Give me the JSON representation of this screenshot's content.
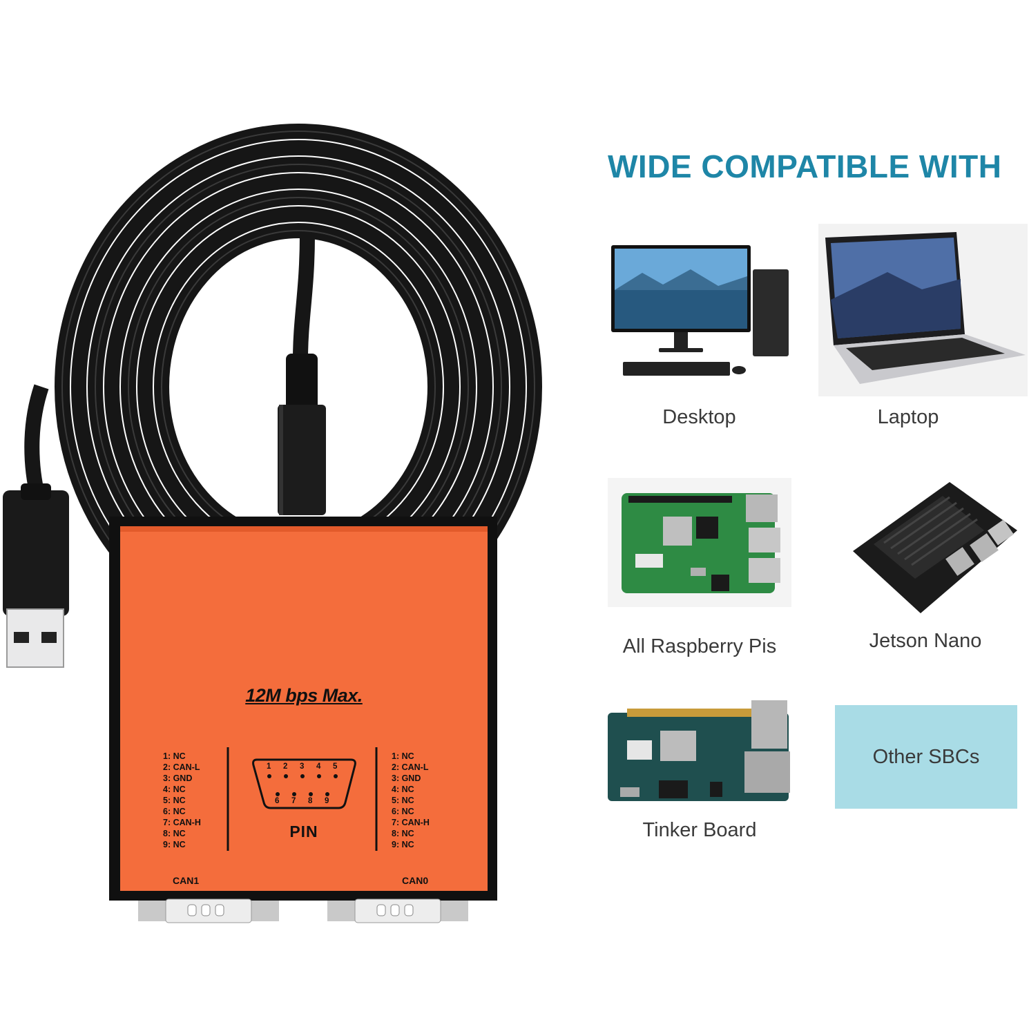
{
  "product": {
    "speed_label": "12M bps Max.",
    "pin_label": "PIN",
    "pin_numbers_top": [
      "1",
      "2",
      "3",
      "4",
      "5"
    ],
    "pin_numbers_bottom": [
      "6",
      "7",
      "8",
      "9"
    ],
    "left_port": {
      "name": "CAN1",
      "pins": [
        "1: NC",
        "2: CAN-L",
        "3: GND",
        "4: NC",
        "5: NC",
        "6: NC",
        "7: CAN-H",
        "8: NC",
        "9: NC"
      ]
    },
    "right_port": {
      "name": "CAN0",
      "pins": [
        "1: NC",
        "2: CAN-L",
        "3: GND",
        "4: NC",
        "5: NC",
        "6: NC",
        "7: CAN-H",
        "8: NC",
        "9: NC"
      ]
    },
    "colors": {
      "housing": "#f46d3c",
      "cable": "#1a1a1a"
    }
  },
  "compatibility": {
    "headline": "WIDE COMPATIBLE WITH",
    "headline_color": "#1e86a7",
    "devices": [
      {
        "label": "Desktop",
        "icon": "desktop-computer-image"
      },
      {
        "label": "Laptop",
        "icon": "laptop-image"
      },
      {
        "label": "All Raspberry Pis",
        "icon": "raspberry-pi-board-image"
      },
      {
        "label": "Jetson Nano",
        "icon": "jetson-nano-board-image"
      },
      {
        "label": "Tinker Board",
        "icon": "tinker-board-image"
      },
      {
        "label": "Other SBCs",
        "icon": "other-sbcs-tile"
      }
    ],
    "other_tile_color": "#a9dce6"
  }
}
